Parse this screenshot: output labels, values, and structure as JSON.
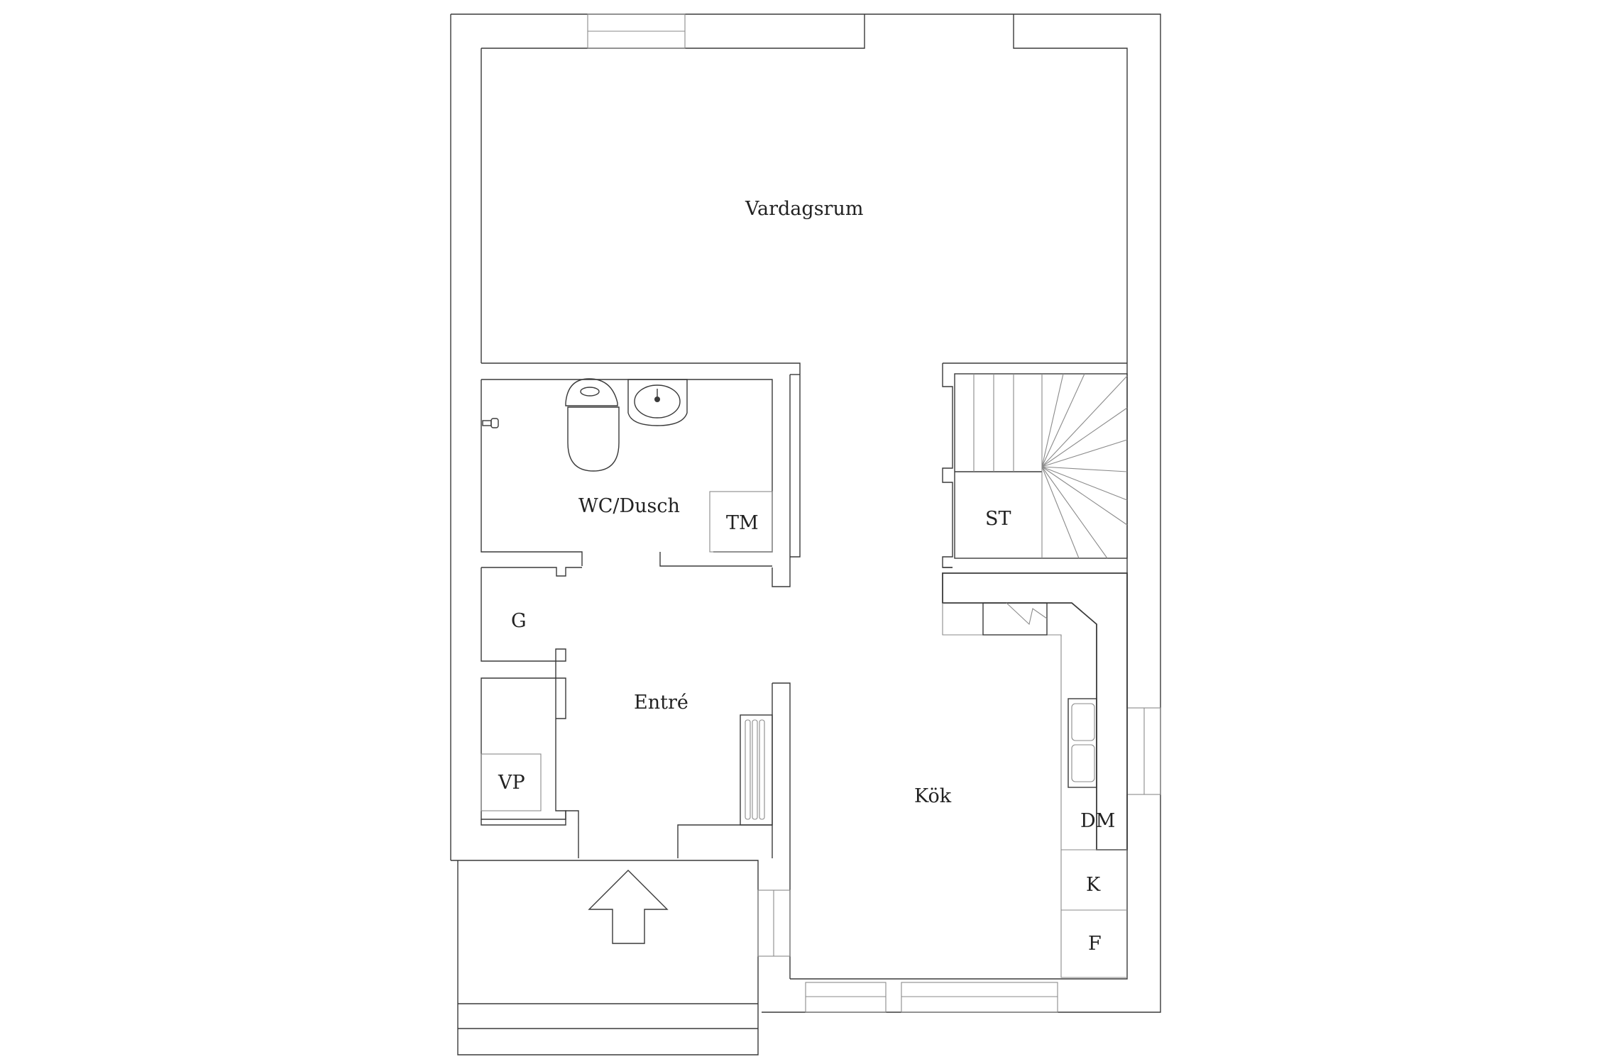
{
  "rooms": {
    "vardagsrum": "Vardagsrum",
    "wc_dusch": "WC/Dusch",
    "tm": "TM",
    "st": "ST",
    "g": "G",
    "entre": "Entré",
    "vp": "VP",
    "kok": "Kök",
    "dm": "DM",
    "k": "K",
    "f": "F"
  },
  "colors": {
    "wall": "#3a3a3a",
    "detail": "#8a8a8a",
    "background": "#ffffff"
  },
  "icons": [
    "toilet-icon",
    "sink-icon",
    "entrance-arrow-icon",
    "radiator-icon",
    "spiral-stair-icon",
    "double-sink-icon",
    "stove-hood-icon"
  ]
}
